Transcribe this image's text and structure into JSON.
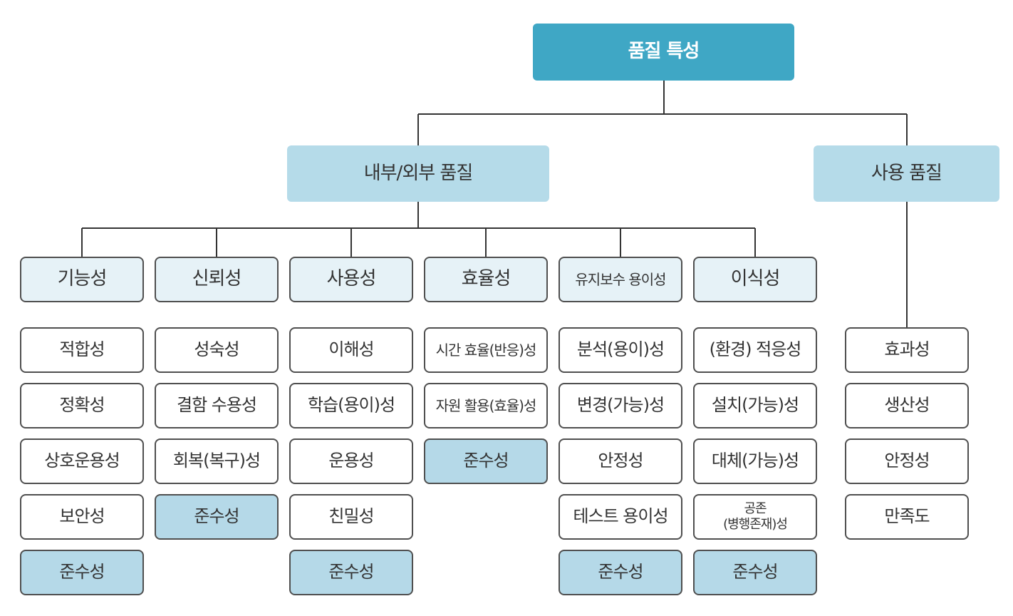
{
  "root": "품질 특성",
  "branches": [
    "내부/외부 품질",
    "사용 품질"
  ],
  "categories": [
    {
      "label": "기능성",
      "children": [
        "적합성",
        "정확성",
        "상호운용성",
        "보안성",
        "준수성"
      ]
    },
    {
      "label": "신뢰성",
      "children": [
        "성숙성",
        "결함 수용성",
        "회복(복구)성",
        "준수성"
      ]
    },
    {
      "label": "사용성",
      "children": [
        "이해성",
        "학습(용이)성",
        "운용성",
        "친밀성",
        "준수성"
      ]
    },
    {
      "label": "효율성",
      "children": [
        "시간 효율(반응)성",
        "자원 활용(효율)성",
        "준수성"
      ]
    },
    {
      "label": "유지보수 용이성",
      "children": [
        "분석(용이)성",
        "변경(가능)성",
        "안정성",
        "테스트 용이성",
        "준수성"
      ]
    },
    {
      "label": "이식성",
      "children": [
        "(환경) 적응성",
        "설치(가능)성",
        "대체(가능)성",
        [
          "공존",
          "(병행존재)성"
        ],
        "준수성"
      ]
    }
  ],
  "quality_in_use": [
    "효과성",
    "생산성",
    "안정성",
    "만족도"
  ]
}
